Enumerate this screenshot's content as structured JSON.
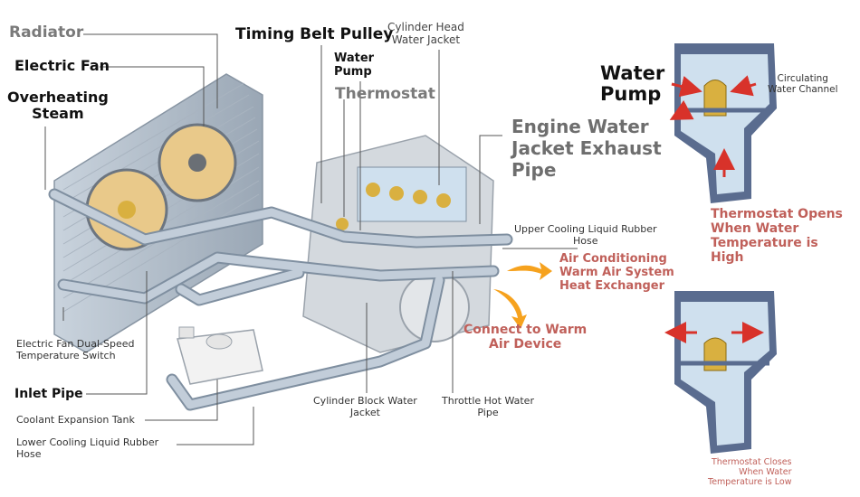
{
  "labels": {
    "radiator": "Radiator",
    "electric_fan": "Electric Fan",
    "overheating_steam_1": "Overheating",
    "overheating_steam_2": "Steam",
    "timing_belt_pulley": "Timing Belt Pulley",
    "cylinder_head_1": "Cylinder Head",
    "cylinder_head_2": "Water Jacket",
    "water_pump_1": "Water",
    "water_pump_2": "Pump",
    "thermostat": "Thermostat",
    "engine_exhaust_1": "Engine Water",
    "engine_exhaust_2": "Jacket Exhaust",
    "engine_exhaust_3": "Pipe",
    "upper_hose_1": "Upper Cooling Liquid Rubber",
    "upper_hose_2": "Hose",
    "ac_1": "Air Conditioning",
    "ac_2": "Warm Air System",
    "ac_3": "Heat Exchanger",
    "warm_air_1": "Connect to Warm",
    "warm_air_2": "Air Device",
    "fan_switch_1": "Electric Fan Dual-Speed",
    "fan_switch_2": "Temperature Switch",
    "inlet_pipe": "Inlet Pipe",
    "expansion_tank": "Coolant Expansion Tank",
    "lower_hose_1": "Lower Cooling Liquid Rubber",
    "lower_hose_2": "Hose",
    "block_jacket_1": "Cylinder Block Water",
    "block_jacket_2": "Jacket",
    "throttle_pipe_1": "Throttle Hot Water",
    "throttle_pipe_2": "Pipe"
  },
  "inset_top": {
    "water_pump_1": "Water",
    "water_pump_2": "Pump",
    "channel_1": "Circulating",
    "channel_2": "Water Channel",
    "opens_1": "Thermostat Opens",
    "opens_2": "When Water",
    "opens_3": "Temperature is",
    "opens_4": "High"
  },
  "inset_bottom": {
    "closes_1": "Thermostat Closes",
    "closes_2": "When Water",
    "closes_3": "Temperature is Low"
  },
  "colors": {
    "pipe": "#b9c6d4",
    "pipe_edge": "#7f8fa0",
    "flow_red": "#d8322a",
    "label_red": "#c0605a",
    "leader": "#555555",
    "housing": "#5a6c8f",
    "water": "#cfe0ee",
    "brass": "#d9b040",
    "steam": "#f6a21e"
  }
}
